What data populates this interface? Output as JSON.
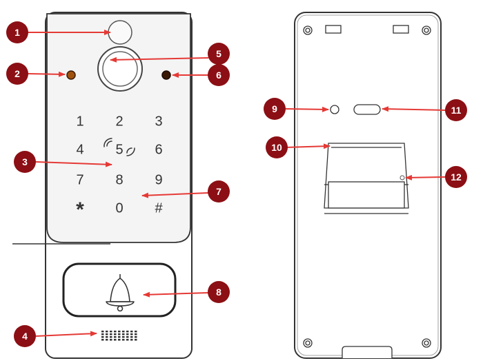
{
  "keypad": {
    "keys": [
      "1",
      "2",
      "3",
      "4",
      "5",
      "6",
      "7",
      "8",
      "9",
      "*",
      "0",
      "#"
    ]
  },
  "callouts": [
    {
      "label": "1"
    },
    {
      "label": "2"
    },
    {
      "label": "3"
    },
    {
      "label": "4"
    },
    {
      "label": "5"
    },
    {
      "label": "6"
    },
    {
      "label": "7"
    },
    {
      "label": "8"
    },
    {
      "label": "9"
    },
    {
      "label": "10"
    },
    {
      "label": "11"
    },
    {
      "label": "12"
    }
  ],
  "colors": {
    "callout_fill": "#8b0f14",
    "arrow": "#e53935",
    "outline": "#333333"
  }
}
